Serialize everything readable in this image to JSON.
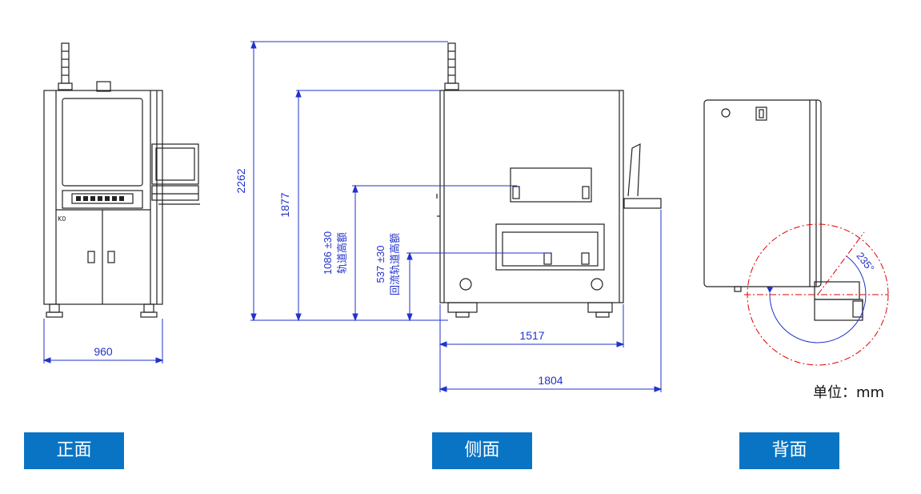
{
  "dimensions": {
    "front_width": "960",
    "total_height": "2262",
    "cabinet_height": "1877",
    "track_height_value": "1086 ±30",
    "track_height_label": "轨道高额",
    "return_height_value": "537 ±30",
    "return_height_label": "回流轨道高额",
    "side_depth": "1517",
    "total_depth": "1804",
    "door_angle": "235°"
  },
  "unit_label": "单位：mm",
  "view_labels": {
    "front": "正面",
    "side": "侧面",
    "back": "背面"
  },
  "colors": {
    "outline": "#222222",
    "dimension": "#2233cc",
    "arc_red": "#e00000",
    "button_bg": "#0a74c4"
  }
}
